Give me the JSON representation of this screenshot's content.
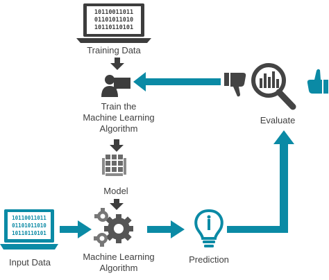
{
  "colors": {
    "accent": "#0b8aa5",
    "dark": "#444444",
    "mid": "#6b6b6b",
    "light": "#9a9a9a"
  },
  "nodes": {
    "training_data": {
      "label": "Training Data",
      "icon": "laptop-binary-icon",
      "binary_lines": [
        "10110011011",
        "01101011010",
        "10110110101"
      ]
    },
    "train": {
      "label_lines": [
        "Train the",
        "Machine Learning",
        "Algorithm"
      ],
      "icon": "person-presenting-icon"
    },
    "model": {
      "label": "Model",
      "icon": "cube-grid-icon"
    },
    "ml_algorithm": {
      "label_lines": [
        "Machine Learning",
        "Algorithm"
      ],
      "icon": "gears-icon"
    },
    "input_data": {
      "label": "Input Data",
      "icon": "laptop-binary-icon",
      "binary_lines": [
        "10110011011",
        "01101011010",
        "10110110101"
      ]
    },
    "prediction": {
      "label": "Prediction",
      "icon": "lightbulb-icon"
    },
    "evaluate": {
      "label": "Evaluate",
      "icons": [
        "magnifier-chart-icon",
        "thumbs-down-icon",
        "thumbs-up-icon"
      ]
    }
  }
}
